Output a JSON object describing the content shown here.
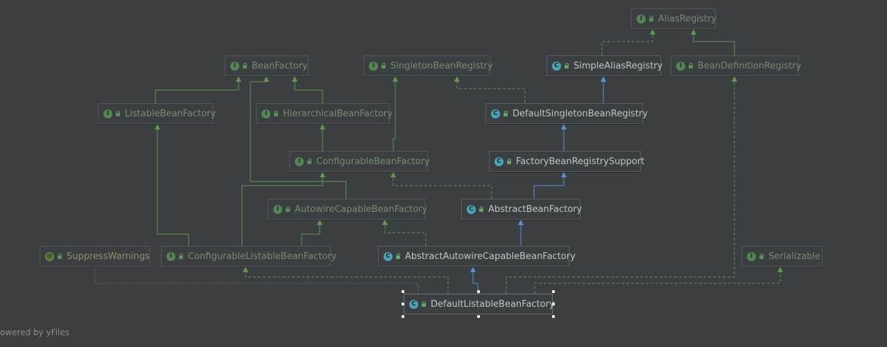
{
  "colors": {
    "background": "#3c3f41",
    "interface_badge": "#5a9a58",
    "class_badge": "#4aa3b8",
    "annotation_badge": "#6d9a38",
    "interface_text": "#87a37a",
    "class_text": "#bfc6c8",
    "annotation_text": "#a7a86e",
    "extends_edge": "#5a8fd6",
    "implements_edge": "#5f9a4a",
    "selection_handle": "#e8e8e8"
  },
  "diagram": {
    "nodes": [
      {
        "id": "AliasRegistry",
        "label": "AliasRegistry",
        "kind": "interface",
        "badge": "I"
      },
      {
        "id": "BeanFactory",
        "label": "BeanFactory",
        "kind": "interface",
        "badge": "I"
      },
      {
        "id": "SingletonBeanRegistry",
        "label": "SingletonBeanRegistry",
        "kind": "interface",
        "badge": "I"
      },
      {
        "id": "SimpleAliasRegistry",
        "label": "SimpleAliasRegistry",
        "kind": "class",
        "badge": "C"
      },
      {
        "id": "BeanDefinitionRegistry",
        "label": "BeanDefinitionRegistry",
        "kind": "interface",
        "badge": "I"
      },
      {
        "id": "ListableBeanFactory",
        "label": "ListableBeanFactory",
        "kind": "interface",
        "badge": "I"
      },
      {
        "id": "HierarchicalBeanFactory",
        "label": "HierarchicalBeanFactory",
        "kind": "interface",
        "badge": "I"
      },
      {
        "id": "DefaultSingletonBeanRegistry",
        "label": "DefaultSingletonBeanRegistry",
        "kind": "class",
        "badge": "C"
      },
      {
        "id": "ConfigurableBeanFactory",
        "label": "ConfigurableBeanFactory",
        "kind": "interface",
        "badge": "I"
      },
      {
        "id": "FactoryBeanRegistrySupport",
        "label": "FactoryBeanRegistrySupport",
        "kind": "class",
        "badge": "C"
      },
      {
        "id": "AutowireCapableBeanFactory",
        "label": "AutowireCapableBeanFactory",
        "kind": "interface",
        "badge": "I"
      },
      {
        "id": "AbstractBeanFactory",
        "label": "AbstractBeanFactory",
        "kind": "class",
        "badge": "C"
      },
      {
        "id": "SuppressWarnings",
        "label": "SuppressWarnings",
        "kind": "annotation",
        "badge": "@"
      },
      {
        "id": "ConfigurableListableBeanFactory",
        "label": "ConfigurableListableBeanFactory",
        "kind": "interface",
        "badge": "I"
      },
      {
        "id": "AbstractAutowireCapableBeanFactory",
        "label": "AbstractAutowireCapableBeanFactory",
        "kind": "class",
        "badge": "C"
      },
      {
        "id": "Serializable",
        "label": "Serializable",
        "kind": "interface",
        "badge": "I"
      },
      {
        "id": "DefaultListableBeanFactory",
        "label": "DefaultListableBeanFactory",
        "kind": "class",
        "badge": "C",
        "selected": true
      }
    ],
    "edges": [
      {
        "from": "SimpleAliasRegistry",
        "to": "AliasRegistry",
        "type": "implements"
      },
      {
        "from": "BeanDefinitionRegistry",
        "to": "AliasRegistry",
        "type": "interface-extends"
      },
      {
        "from": "ListableBeanFactory",
        "to": "BeanFactory",
        "type": "interface-extends"
      },
      {
        "from": "HierarchicalBeanFactory",
        "to": "BeanFactory",
        "type": "interface-extends"
      },
      {
        "from": "AutowireCapableBeanFactory",
        "to": "BeanFactory",
        "type": "interface-extends"
      },
      {
        "from": "ConfigurableBeanFactory",
        "to": "HierarchicalBeanFactory",
        "type": "interface-extends"
      },
      {
        "from": "ConfigurableBeanFactory",
        "to": "SingletonBeanRegistry",
        "type": "interface-extends"
      },
      {
        "from": "DefaultSingletonBeanRegistry",
        "to": "SimpleAliasRegistry",
        "type": "extends"
      },
      {
        "from": "DefaultSingletonBeanRegistry",
        "to": "SingletonBeanRegistry",
        "type": "implements"
      },
      {
        "from": "FactoryBeanRegistrySupport",
        "to": "DefaultSingletonBeanRegistry",
        "type": "extends"
      },
      {
        "from": "AbstractBeanFactory",
        "to": "FactoryBeanRegistrySupport",
        "type": "extends"
      },
      {
        "from": "AbstractBeanFactory",
        "to": "ConfigurableBeanFactory",
        "type": "implements"
      },
      {
        "from": "ConfigurableListableBeanFactory",
        "to": "ListableBeanFactory",
        "type": "interface-extends"
      },
      {
        "from": "ConfigurableListableBeanFactory",
        "to": "AutowireCapableBeanFactory",
        "type": "interface-extends"
      },
      {
        "from": "ConfigurableListableBeanFactory",
        "to": "ConfigurableBeanFactory",
        "type": "interface-extends"
      },
      {
        "from": "AbstractAutowireCapableBeanFactory",
        "to": "AbstractBeanFactory",
        "type": "extends"
      },
      {
        "from": "AbstractAutowireCapableBeanFactory",
        "to": "AutowireCapableBeanFactory",
        "type": "implements"
      },
      {
        "from": "DefaultListableBeanFactory",
        "to": "AbstractAutowireCapableBeanFactory",
        "type": "extends"
      },
      {
        "from": "DefaultListableBeanFactory",
        "to": "ConfigurableListableBeanFactory",
        "type": "implements"
      },
      {
        "from": "DefaultListableBeanFactory",
        "to": "BeanDefinitionRegistry",
        "type": "implements"
      },
      {
        "from": "DefaultListableBeanFactory",
        "to": "Serializable",
        "type": "implements"
      },
      {
        "from": "DefaultListableBeanFactory",
        "to": "SuppressWarnings",
        "type": "annotated-by"
      }
    ]
  },
  "footer": {
    "text": "owered by yFiles"
  }
}
